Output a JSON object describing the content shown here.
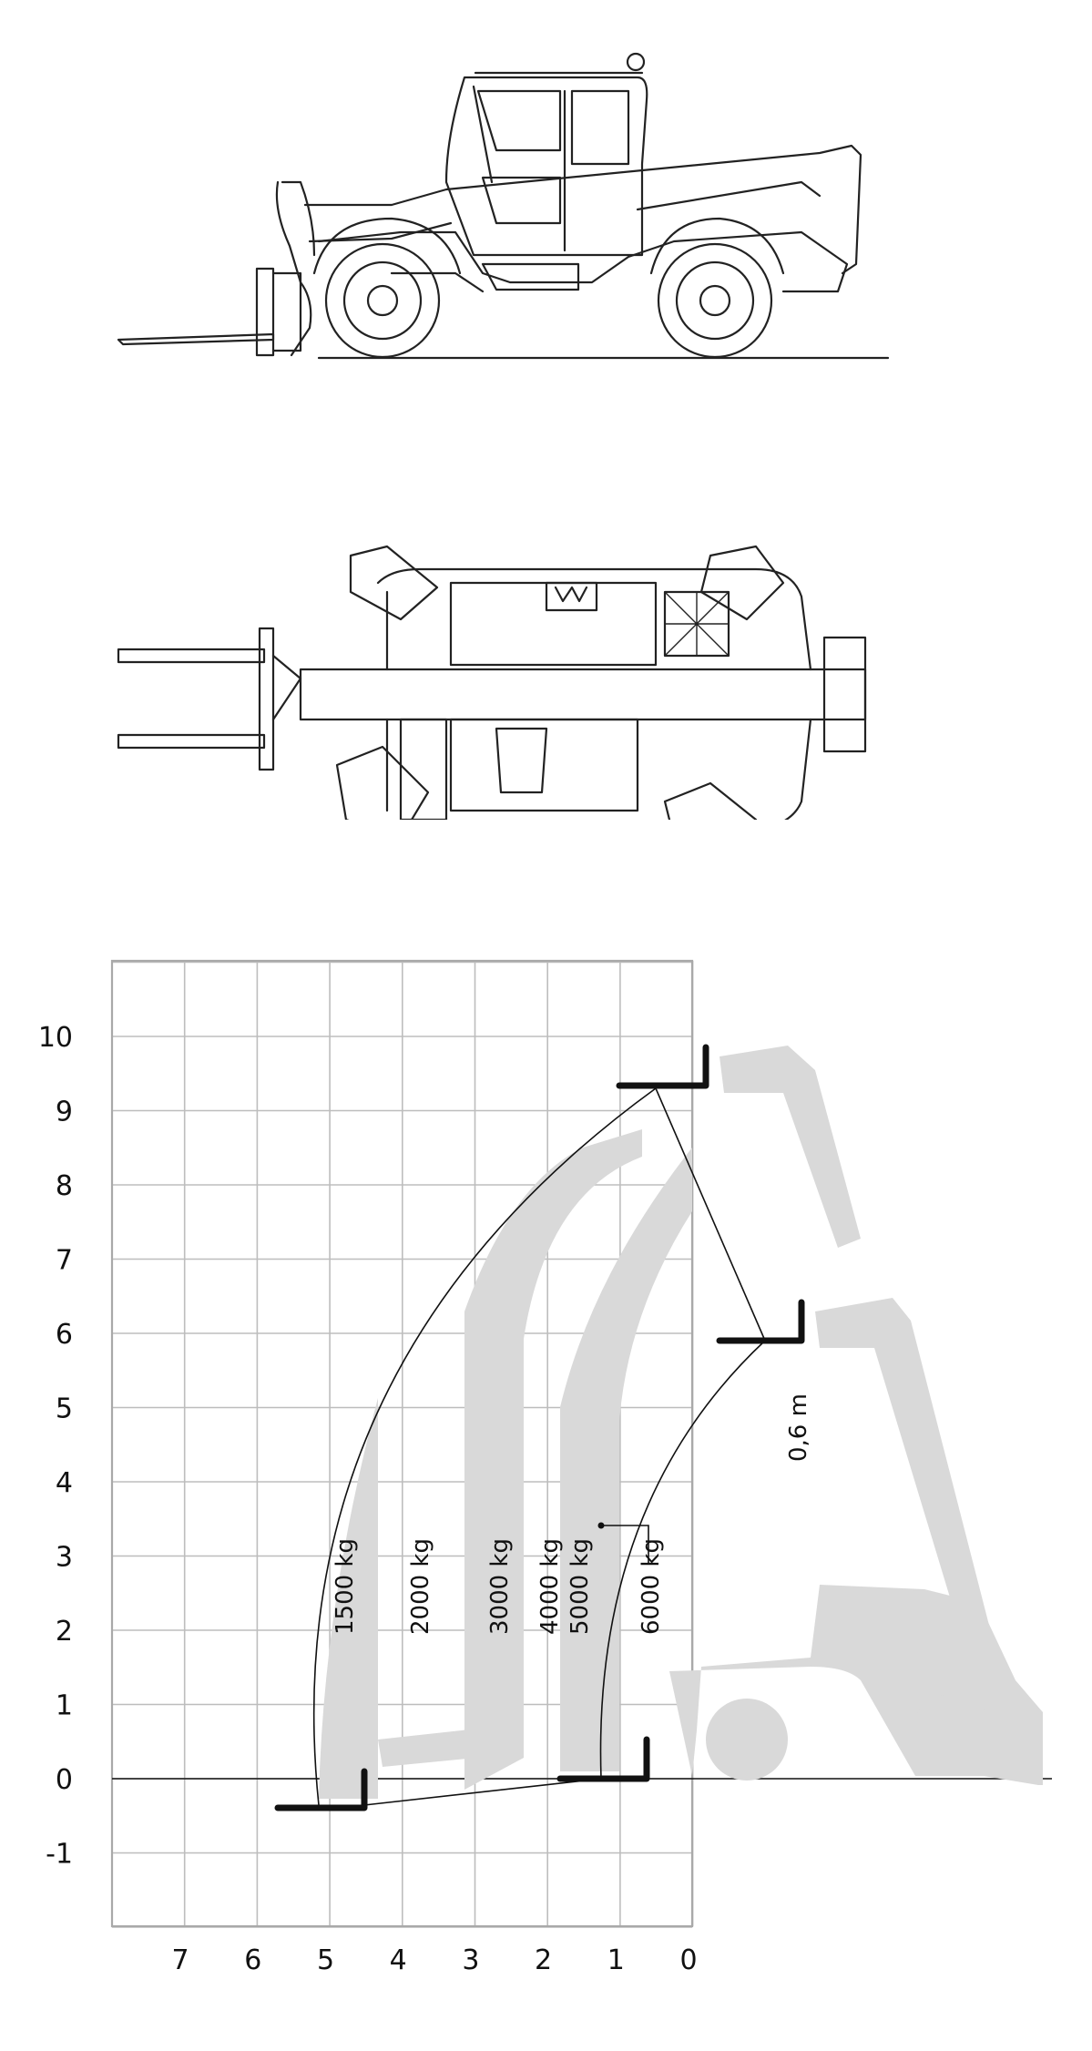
{
  "chart_data": {
    "type": "diagram",
    "y_axis": {
      "ticks": [
        "10",
        "9",
        "8",
        "7",
        "6",
        "5",
        "4",
        "3",
        "2",
        "1",
        "0",
        "-1"
      ]
    },
    "x_axis": {
      "ticks": [
        "7",
        "6",
        "5",
        "4",
        "3",
        "2",
        "1",
        "0"
      ]
    },
    "load_zones": [
      {
        "label": "1500 kg",
        "capacity": 1500
      },
      {
        "label": "2000 kg",
        "capacity": 2000
      },
      {
        "label": "3000 kg",
        "capacity": 3000
      },
      {
        "label": "4000 kg",
        "capacity": 4000
      },
      {
        "label": "5000 kg",
        "capacity": 5000
      },
      {
        "label": "6000 kg",
        "capacity": 6000
      }
    ],
    "annotation": {
      "label": "0,6 m",
      "value": 0.6,
      "unit": "m"
    },
    "max_lift_height": 9.4,
    "max_reach": 5.4,
    "grid": true,
    "colors": {
      "zone_fill": "#d9d9d9",
      "grid": "#bdbdbd",
      "lines": "#111111"
    }
  }
}
